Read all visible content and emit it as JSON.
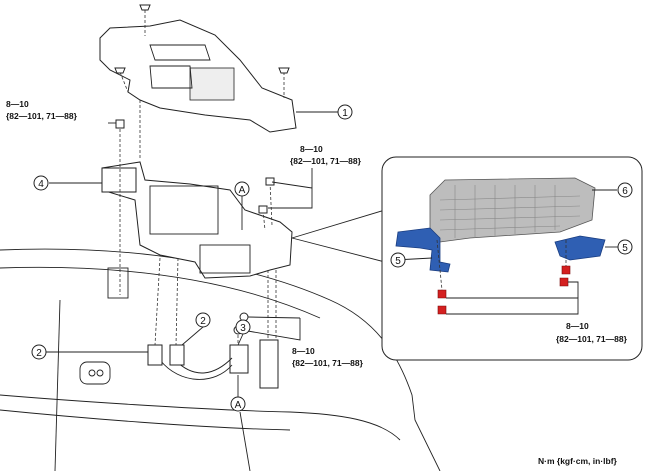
{
  "torque": {
    "left": [
      "8—10",
      "{82—101, 71—88}"
    ],
    "upper_right": [
      "8—10",
      "{82—101, 71—88}"
    ],
    "lower_center": [
      "8—10",
      "{82—101, 71—88}"
    ],
    "detail": [
      "8—10",
      "{82—101, 71—88}"
    ]
  },
  "callouts": {
    "c1": "1",
    "c2a": "2",
    "c2b": "2",
    "c3": "3",
    "c4": "4",
    "c5a": "5",
    "c5b": "5",
    "c6": "6",
    "ref_a_top": "A",
    "ref_a_bottom": "A"
  },
  "units": "N·m {kgf·cm, in·lbf}",
  "colors": {
    "bracket_blue": "#2f5fb3",
    "bolt_red": "#d42020",
    "module_grey": "#b8b8b8"
  }
}
